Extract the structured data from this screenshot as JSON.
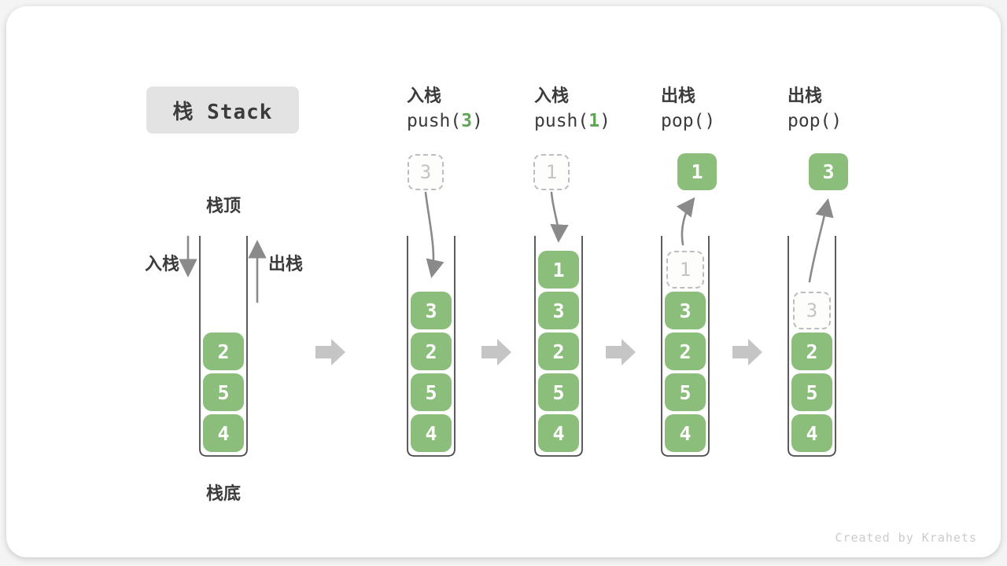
{
  "title": "栈 Stack",
  "labels": {
    "stack_top": "栈顶",
    "stack_bottom": "栈底",
    "push_label": "入栈",
    "pop_label": "出栈"
  },
  "watermark": "Created by Krahets",
  "colors": {
    "box_green": "#8CBE7B",
    "code_arg_green": "#5FA656",
    "block_arrow_gray": "#C5C5C5",
    "flow_arrow_gray": "#8A8A8A",
    "text_dark": "#3B3B3B",
    "dashed_border_gray": "#BDBDBD",
    "ghost_text_gray": "#C4C4C4",
    "title_bg": "#E3E3E3",
    "container_stroke": "#4B4B4B"
  },
  "stacks": [
    {
      "id": "state-initial",
      "items": [
        "2",
        "5",
        "4"
      ]
    },
    {
      "id": "state-push-3",
      "op": "入栈",
      "code_pre": "push(",
      "code_arg": "3",
      "code_post": ")",
      "floating": {
        "value": "3",
        "variant": "dashed"
      },
      "items": [
        "3",
        "2",
        "5",
        "4"
      ]
    },
    {
      "id": "state-push-1",
      "op": "入栈",
      "code_pre": "push(",
      "code_arg": "1",
      "code_post": ")",
      "floating": {
        "value": "1",
        "variant": "dashed"
      },
      "items": [
        "1",
        "3",
        "2",
        "5",
        "4"
      ]
    },
    {
      "id": "state-pop-first",
      "op": "出栈",
      "code_pre": "pop(",
      "code_arg": "",
      "code_post": ")",
      "floating": {
        "value": "1",
        "variant": "solid"
      },
      "ghost": "1",
      "items": [
        "3",
        "2",
        "5",
        "4"
      ]
    },
    {
      "id": "state-pop-second",
      "op": "出栈",
      "code_pre": "pop(",
      "code_arg": "",
      "code_post": ")",
      "floating": {
        "value": "3",
        "variant": "solid"
      },
      "ghost": "3",
      "items": [
        "2",
        "5",
        "4"
      ]
    }
  ]
}
